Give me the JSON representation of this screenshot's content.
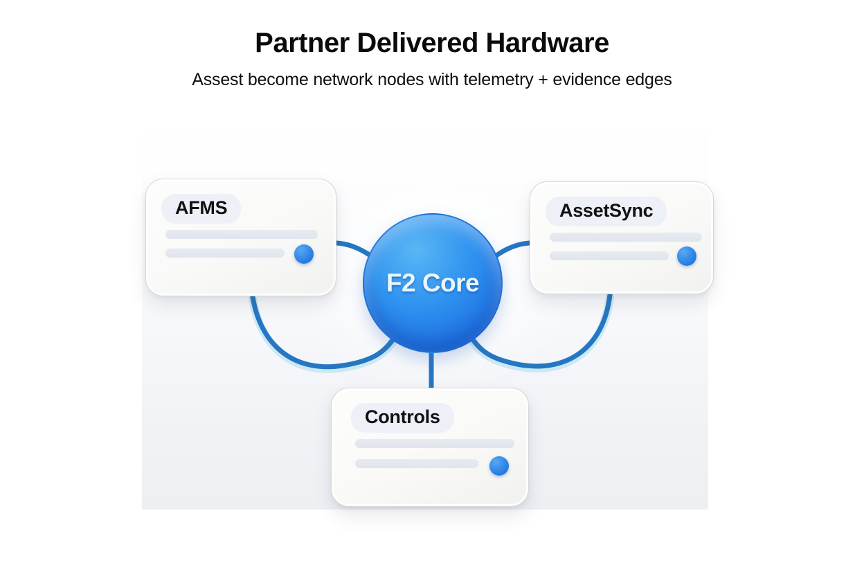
{
  "header": {
    "title": "Partner Delivered Hardware",
    "subtitle": "Assest become network nodes with telemetry + evidence edges"
  },
  "diagram": {
    "core": {
      "label": "F2 Core"
    },
    "nodes": [
      {
        "id": "afms",
        "label": "AFMS"
      },
      {
        "id": "assetsync",
        "label": "AssetSync"
      },
      {
        "id": "controls",
        "label": "Controls"
      }
    ],
    "edges": [
      {
        "from": "AFMS",
        "to": "F2 Core",
        "kind": "side-connector"
      },
      {
        "from": "AFMS",
        "to": "F2 Core",
        "kind": "bottom-arc"
      },
      {
        "from": "AssetSync",
        "to": "F2 Core",
        "kind": "side-connector"
      },
      {
        "from": "AssetSync",
        "to": "F2 Core",
        "kind": "bottom-arc"
      },
      {
        "from": "F2 Core",
        "to": "Controls",
        "kind": "vertical"
      }
    ],
    "colors": {
      "edge_stroke": "#2677c2",
      "edge_glow": "#a9dcef",
      "core_fill_top": "#5ab6f5",
      "core_fill_bottom": "#1a60d2",
      "core_text": "#e9f7fd",
      "card_background": "#fbfbf9",
      "card_border": "#d7d8d6",
      "label_pill_background": "#edf0f6",
      "placeholder_bar": "#e4e7ee",
      "status_dot": "#2b80e4",
      "panel_background": "#edeff3",
      "title_text": "#0b0b0d"
    }
  }
}
